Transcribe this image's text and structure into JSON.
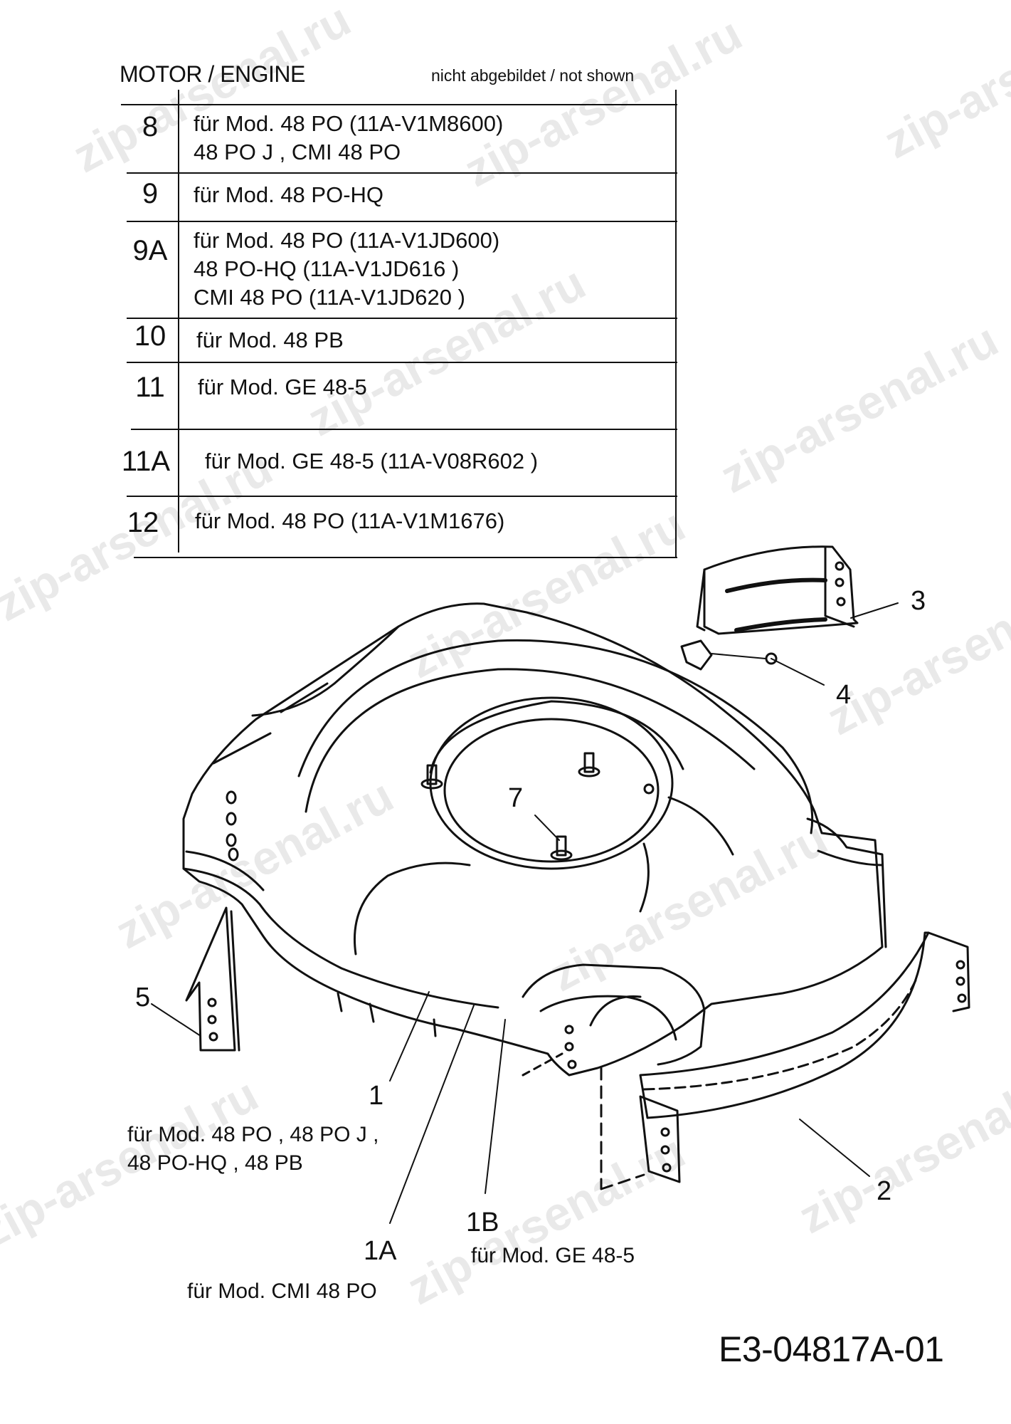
{
  "header": {
    "title": "MOTOR / ENGINE",
    "note": "nicht abgebildet / not shown"
  },
  "parts_table": [
    {
      "number": "8",
      "lines": [
        "für Mod. 48 PO (11A-V1M8600)",
        "48 PO J , CMI 48 PO"
      ]
    },
    {
      "number": "9",
      "lines": [
        "für Mod. 48 PO-HQ"
      ]
    },
    {
      "number": "9A",
      "lines": [
        "für Mod. 48 PO (11A-V1JD600)",
        "48 PO-HQ (11A-V1JD616 )",
        "CMI 48 PO (11A-V1JD620 )"
      ]
    },
    {
      "number": "10",
      "lines": [
        "für Mod. 48 PB"
      ]
    },
    {
      "number": "11",
      "lines": [
        "für Mod. GE 48-5"
      ]
    },
    {
      "number": "11A",
      "lines": [
        "für Mod. GE 48-5 (11A-V08R602 )"
      ]
    },
    {
      "number": "12",
      "lines": [
        "für Mod. 48 PO (11A-V1M1676)"
      ]
    }
  ],
  "callouts": {
    "c1": "1",
    "c1A": "1A",
    "c1B": "1B",
    "c2": "2",
    "c3": "3",
    "c4": "4",
    "c5": "5",
    "c7": "7"
  },
  "notes": {
    "n1_line1": "für Mod. 48 PO , 48 PO J ,",
    "n1_line2": "48 PO-HQ , 48 PB",
    "n1A": "für Mod.  CMI 48 PO",
    "n1B": "für Mod. GE 48-5"
  },
  "document_code": "E3-04817A-01",
  "watermark": "zip-arsenal.ru",
  "colors": {
    "ink": "#111111",
    "watermark": "#c8c8c8"
  }
}
